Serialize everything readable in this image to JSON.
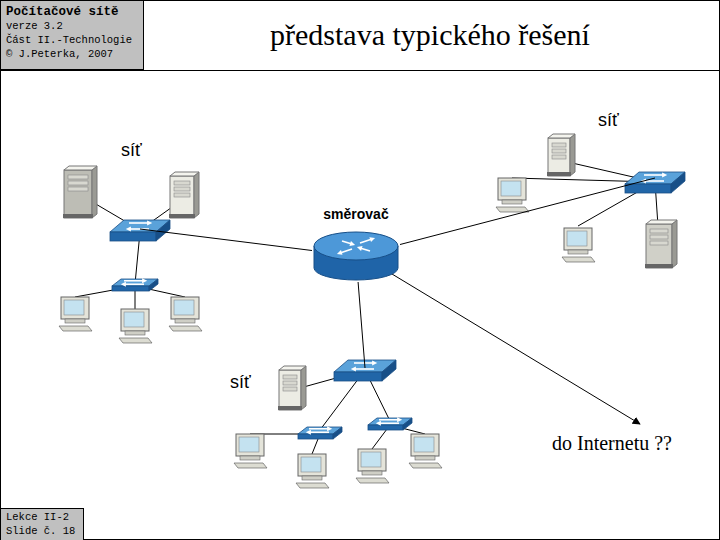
{
  "diagram": {
    "title": "představa typického řešení",
    "nodes": [
      {
        "text": [
          "Počítačové sítě",
          "verze 3.2",
          "Část II.-Technologie",
          "© J.Peterka, 2007"
        ]
      },
      {
        "text": [
          "síť"
        ]
      },
      {
        "text": [
          "směrovač"
        ]
      },
      {
        "text": [
          "síť"
        ]
      },
      {
        "text": [
          "síť"
        ]
      },
      {
        "text": [
          "Lekce II-2",
          "Slide č. 18"
        ]
      }
    ],
    "edges": [
      {
        "from": 2,
        "to": 1,
        "arrow": "none"
      },
      {
        "from": 2,
        "to": 3,
        "arrow": "none"
      },
      {
        "from": 2,
        "to": 4,
        "arrow": "none"
      }
    ],
    "labels": [
      "do Internetu ??"
    ]
  }
}
